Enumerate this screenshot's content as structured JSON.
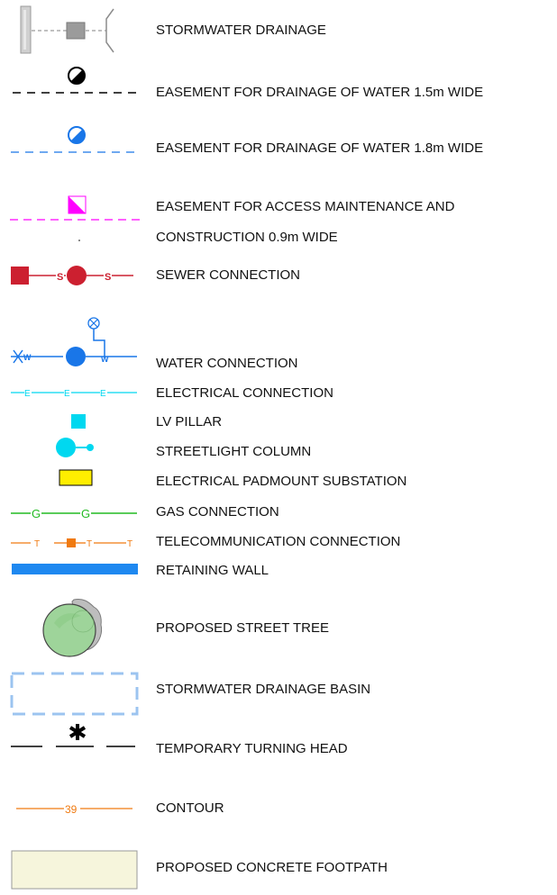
{
  "legend": {
    "items": [
      {
        "key": "stormwater-drainage",
        "label": "STORMWATER DRAINAGE"
      },
      {
        "key": "easement-1-5",
        "label": "EASEMENT FOR DRAINAGE OF WATER 1.5m WIDE"
      },
      {
        "key": "easement-1-8",
        "label": "EASEMENT FOR DRAINAGE OF WATER 1.8m WIDE"
      },
      {
        "key": "access-easement",
        "label_line1": "EASEMENT FOR ACCESS MAINTENANCE AND",
        "label_line2": "CONSTRUCTION 0.9m WIDE"
      },
      {
        "key": "sewer",
        "label": "SEWER CONNECTION",
        "line_letter": "S"
      },
      {
        "key": "water",
        "label": "WATER CONNECTION",
        "line_letter": "W"
      },
      {
        "key": "electrical",
        "label": "ELECTRICAL CONNECTION",
        "line_letter": "E"
      },
      {
        "key": "lv-pillar",
        "label": "LV PILLAR"
      },
      {
        "key": "streetlight",
        "label": "STREETLIGHT COLUMN"
      },
      {
        "key": "padmount",
        "label": "ELECTRICAL PADMOUNT SUBSTATION"
      },
      {
        "key": "gas",
        "label": "GAS CONNECTION",
        "line_letter": "G"
      },
      {
        "key": "telecom",
        "label": "TELECOMMUNICATION CONNECTION",
        "line_letter": "T"
      },
      {
        "key": "retaining-wall",
        "label": "RETAINING WALL"
      },
      {
        "key": "street-tree",
        "label": "PROPOSED STREET TREE"
      },
      {
        "key": "basin",
        "label": "STORMWATER DRAINAGE BASIN"
      },
      {
        "key": "turning-head",
        "label": "TEMPORARY TURNING HEAD"
      },
      {
        "key": "contour",
        "label": "CONTOUR",
        "contour_value": "39"
      },
      {
        "key": "footpath",
        "label": "PROPOSED CONCRETE FOOTPATH"
      }
    ]
  },
  "colors": {
    "black": "#000000",
    "blue": "#1976e8",
    "magenta": "#ff00ff",
    "sewer_red": "#cc2030",
    "cyan": "#00d8f0",
    "yellow": "#ffee00",
    "green": "#22bb22",
    "orange": "#f07a10",
    "retaining_blue": "#1e88f0",
    "tree_green": "#9ed49a",
    "tree_grey": "#bdbdbd",
    "basin_blue": "#9cc4f0",
    "footpath_fill": "#f6f5dc"
  }
}
